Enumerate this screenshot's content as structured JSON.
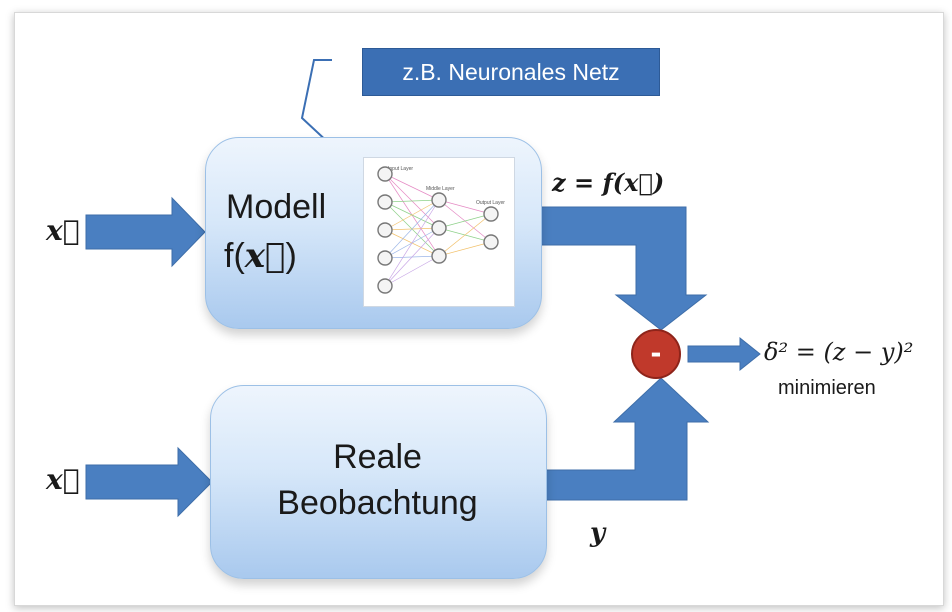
{
  "diagram": {
    "callout_label": "z.B. Neuronales Netz",
    "input_top": "x⃗",
    "input_bottom": "x⃗",
    "model": {
      "line1": "Modell",
      "line2_prefix": "f(",
      "line2_var": "x⃗",
      "line2_suffix": ")"
    },
    "reality": {
      "line1": "Reale",
      "line2": "Beobachtung"
    },
    "output_model": "z = f(x⃗)",
    "output_real": "y",
    "operator": "-",
    "loss_formula": "δ² = (z − y)²",
    "loss_caption": "minimieren",
    "network": {
      "layer_titles": [
        "Input Layer",
        "Middle Layer",
        "Output Layer"
      ],
      "layer_sizes": [
        5,
        3,
        2
      ]
    },
    "colors": {
      "arrow": "#4a7fc1",
      "tag_bg": "#3b6fb4",
      "operator": "#c0392b",
      "box_light": "#eef5fd",
      "box_dark": "#a9c9ee"
    }
  }
}
